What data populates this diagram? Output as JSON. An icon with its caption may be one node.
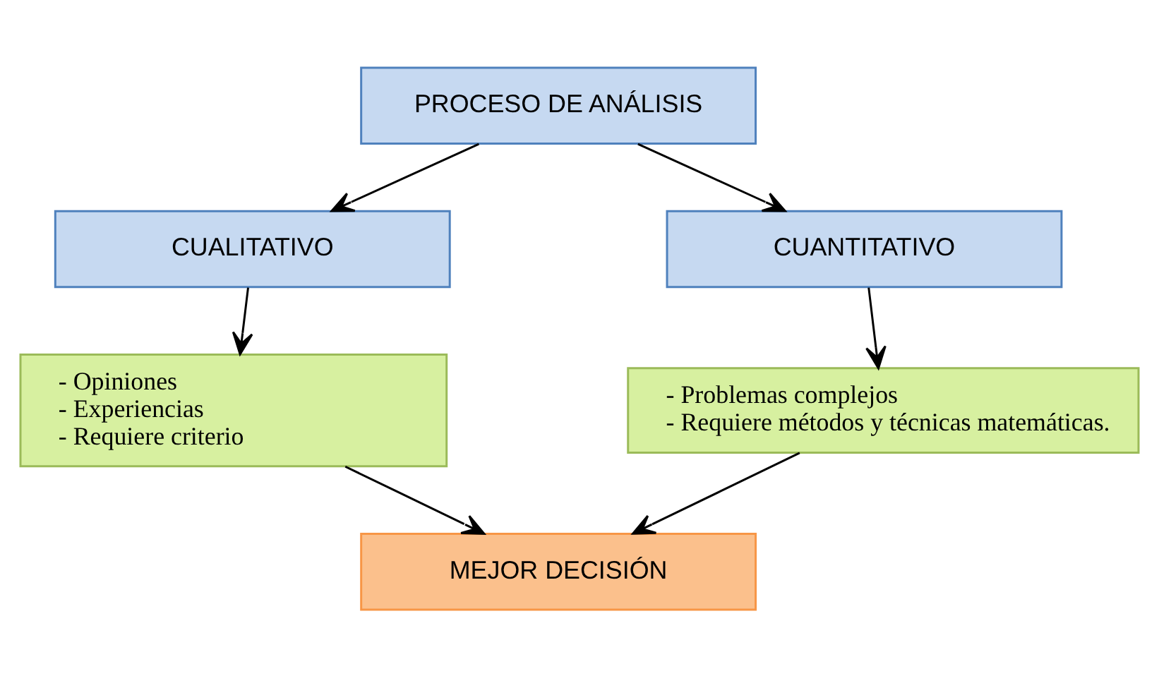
{
  "diagram": {
    "nodes": [
      {
        "text": [
          "PROCESO DE ANÁLISIS"
        ]
      },
      {
        "text": [
          "CUALITATIVO"
        ]
      },
      {
        "text": [
          "CUANTITATIVO"
        ]
      },
      {
        "text": [
          "- Opiniones",
          "- Experiencias",
          "- Requiere criterio"
        ]
      },
      {
        "text": [
          "- Problemas complejos",
          "- Requiere métodos y técnicas matemáticas."
        ]
      },
      {
        "text": [
          "MEJOR DECISIÓN"
        ]
      }
    ],
    "edges": [
      {
        "from": 0,
        "to": 1,
        "arrow": "to"
      },
      {
        "from": 0,
        "to": 2,
        "arrow": "to"
      },
      {
        "from": 1,
        "to": 3,
        "arrow": "to"
      },
      {
        "from": 2,
        "to": 4,
        "arrow": "to"
      },
      {
        "from": 3,
        "to": 5,
        "arrow": "to"
      },
      {
        "from": 4,
        "to": 5,
        "arrow": "to"
      }
    ]
  }
}
